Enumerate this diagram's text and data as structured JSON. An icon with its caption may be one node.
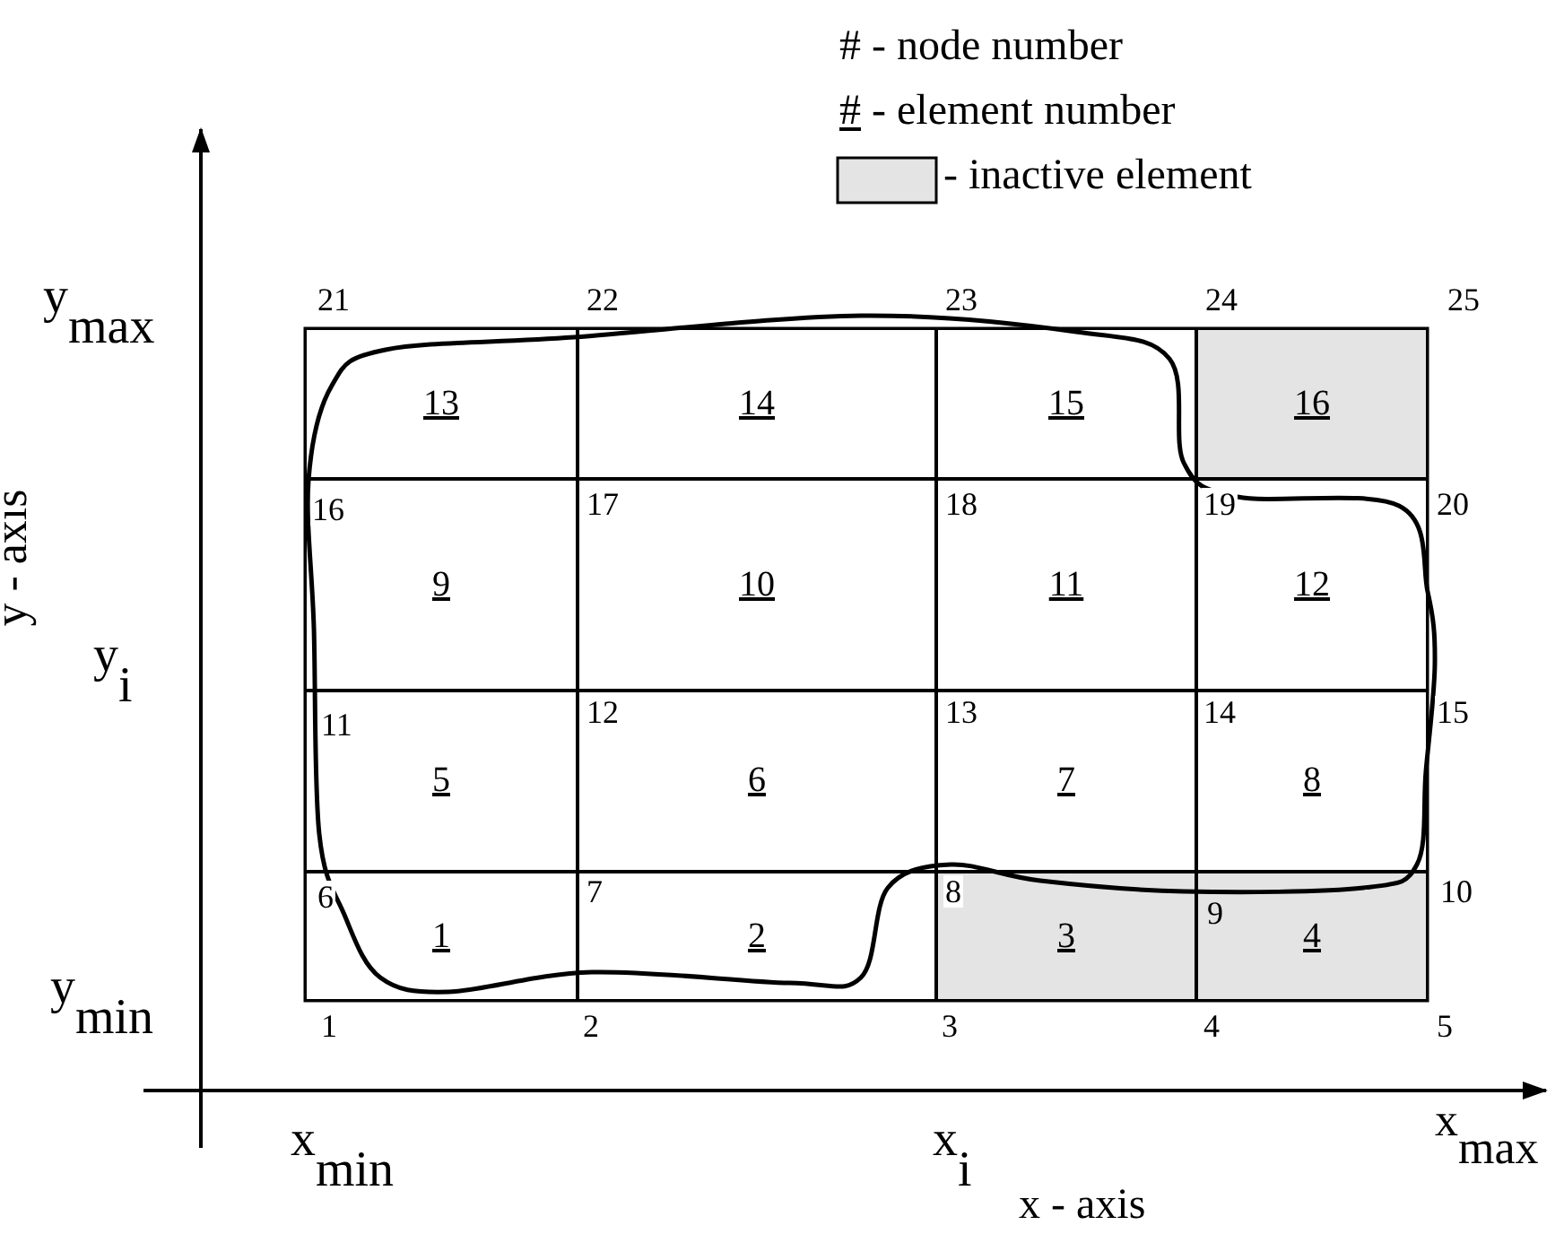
{
  "diagram": {
    "nodes": [
      {
        "text": [
          "13"
        ]
      },
      {
        "text": [
          "14"
        ]
      },
      {
        "text": [
          "15"
        ]
      },
      {
        "text": [
          "16"
        ]
      },
      {
        "text": [
          "9"
        ]
      },
      {
        "text": [
          "10"
        ]
      },
      {
        "text": [
          "11"
        ]
      },
      {
        "text": [
          "12"
        ]
      },
      {
        "text": [
          "5"
        ]
      },
      {
        "text": [
          "6"
        ]
      },
      {
        "text": [
          "7"
        ]
      },
      {
        "text": [
          "8"
        ]
      },
      {
        "text": [
          "1"
        ]
      },
      {
        "text": [
          "2"
        ]
      },
      {
        "text": [
          "3"
        ]
      },
      {
        "text": [
          "4"
        ]
      }
    ],
    "labels": [
      "21",
      "22",
      "23",
      "24",
      "25",
      "y$_{max}$",
      "16",
      "17",
      "18",
      "19",
      "20",
      "y - axis",
      "y$_{i}$",
      "11",
      "12",
      "13",
      "14",
      "15",
      "6",
      "7",
      "8",
      "9",
      "10",
      "y$_{min}$",
      "1",
      "2",
      "3",
      "4",
      "5",
      "x$_{min}$",
      "x$_{i}$",
      "x$_{max}$",
      "x - axis"
    ],
    "legend": [
      {
        "text": "# - node number"
      },
      {
        "text": "# - element number"
      },
      {
        "text": "- inactive element",
        "color": "#e4e4e4"
      }
    ]
  }
}
